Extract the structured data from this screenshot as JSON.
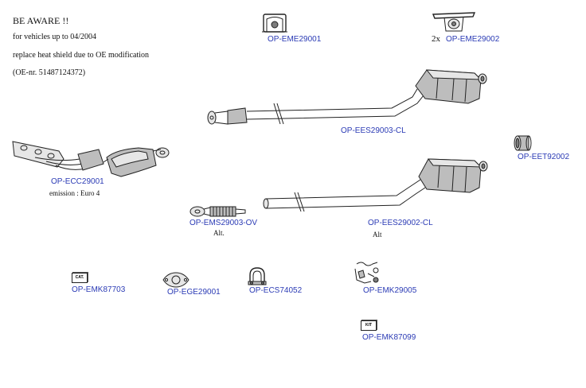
{
  "notes": {
    "title": "BE AWARE !!",
    "line1": "for vehicles up to 04/2004",
    "line2": "replace heat shield due to OE modification",
    "line3": "(OE-nr. 51487124372)"
  },
  "parts": {
    "eme29001": {
      "code": "OP-EME29001"
    },
    "eme29002": {
      "code": "OP-EME29002",
      "qty": "2x"
    },
    "ees29003": {
      "code": "OP-EES29003-CL"
    },
    "eet92002": {
      "code": "OP-EET92002"
    },
    "ecc29001": {
      "code": "OP-ECC29001",
      "note": "emission : Euro 4"
    },
    "ems29003": {
      "code": "OP-EMS29003-OV",
      "note": "Alt."
    },
    "ees29002": {
      "code": "OP-EES29002-CL",
      "note": "Alt"
    },
    "emk87703": {
      "code": "OP-EMK87703",
      "icon_label": "CAT."
    },
    "ege29001": {
      "code": "OP-EGE29001"
    },
    "ecs74052": {
      "code": "OP-ECS74052"
    },
    "emk29005": {
      "code": "OP-EMK29005"
    },
    "emk87099": {
      "code": "OP-EMK87099",
      "icon_label": "KIT"
    }
  },
  "colors": {
    "link": "#2b3bb5",
    "outline": "#222222",
    "shade": "#bdbdbd"
  }
}
